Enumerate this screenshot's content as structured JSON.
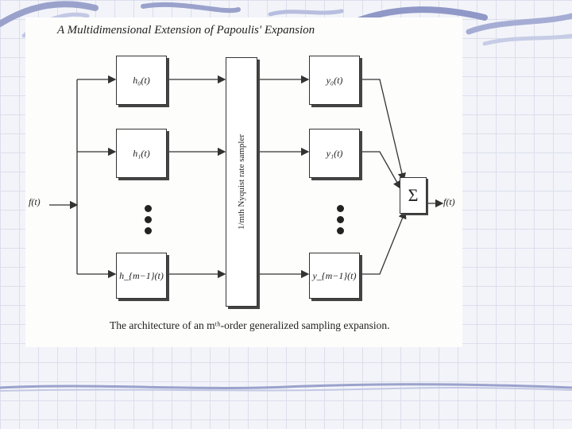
{
  "diagram": {
    "title": "A Multidimensional Extension of Papoulis' Expansion",
    "input_label": "f(t)",
    "output_label": "f(t)",
    "filters": [
      "h₀(t)",
      "h₁(t)",
      "h_{m−1}(t)"
    ],
    "outputs": [
      "y₀(t)",
      "y₁(t)",
      "y_{m−1}(t)"
    ],
    "sampler_label": "1/mth Nyquist rate sampler",
    "sum_symbol": "Σ",
    "caption": "The architecture of an mᵗʰ-order generalized sampling expansion."
  }
}
